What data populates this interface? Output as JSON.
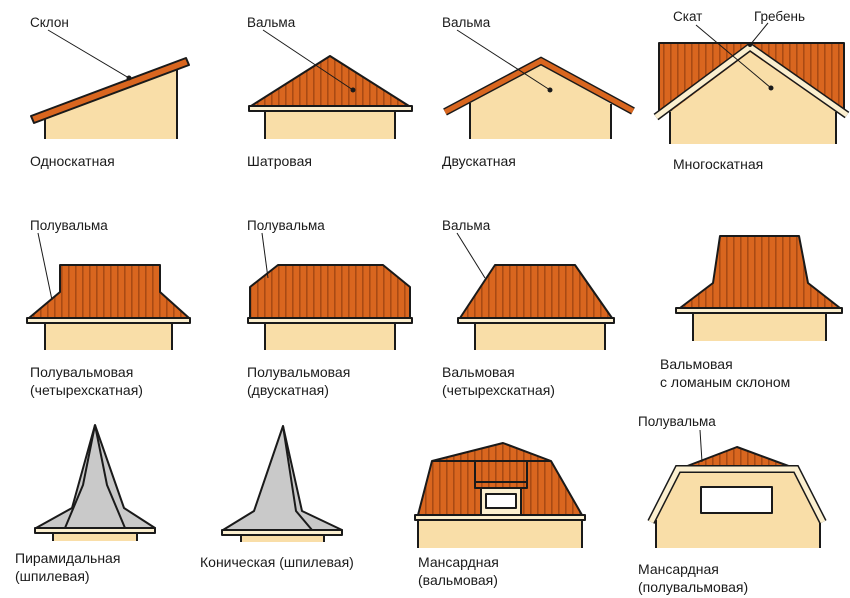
{
  "colors": {
    "roof": "#d9661f",
    "roof_stripe": "#a94a14",
    "wall": "#f9dea8",
    "eave": "#fbefcf",
    "spire": "#c9c9c9",
    "outline": "#1a1a1a"
  },
  "figures": [
    {
      "labels": [
        "Склон"
      ],
      "caption": [
        "Односкатная"
      ]
    },
    {
      "labels": [
        "Вальма"
      ],
      "caption": [
        "Шатровая"
      ]
    },
    {
      "labels": [
        "Вальма"
      ],
      "caption": [
        "Двускатная"
      ]
    },
    {
      "labels": [
        "Скат",
        "Гребень"
      ],
      "caption": [
        "Многоскатная"
      ]
    },
    {
      "labels": [
        "Полувальма"
      ],
      "caption": [
        "Полувальмовая",
        "(четырехскатная)"
      ]
    },
    {
      "labels": [
        "Полувальма"
      ],
      "caption": [
        "Полувальмовая",
        "(двускатная)"
      ]
    },
    {
      "labels": [
        "Вальма"
      ],
      "caption": [
        "Вальмовая",
        "(четырехскатная)"
      ]
    },
    {
      "labels": [],
      "caption": [
        "Вальмовая",
        "с ломаным склоном"
      ]
    },
    {
      "labels": [],
      "caption": [
        "Пирамидальная",
        "(шпилевая)"
      ]
    },
    {
      "labels": [],
      "caption": [
        "Коническая (шпилевая)"
      ]
    },
    {
      "labels": [],
      "caption": [
        "Мансардная",
        "(вальмовая)"
      ]
    },
    {
      "labels": [
        "Полувальма"
      ],
      "caption": [
        "Мансардная",
        "(полувальмовая)"
      ]
    }
  ]
}
